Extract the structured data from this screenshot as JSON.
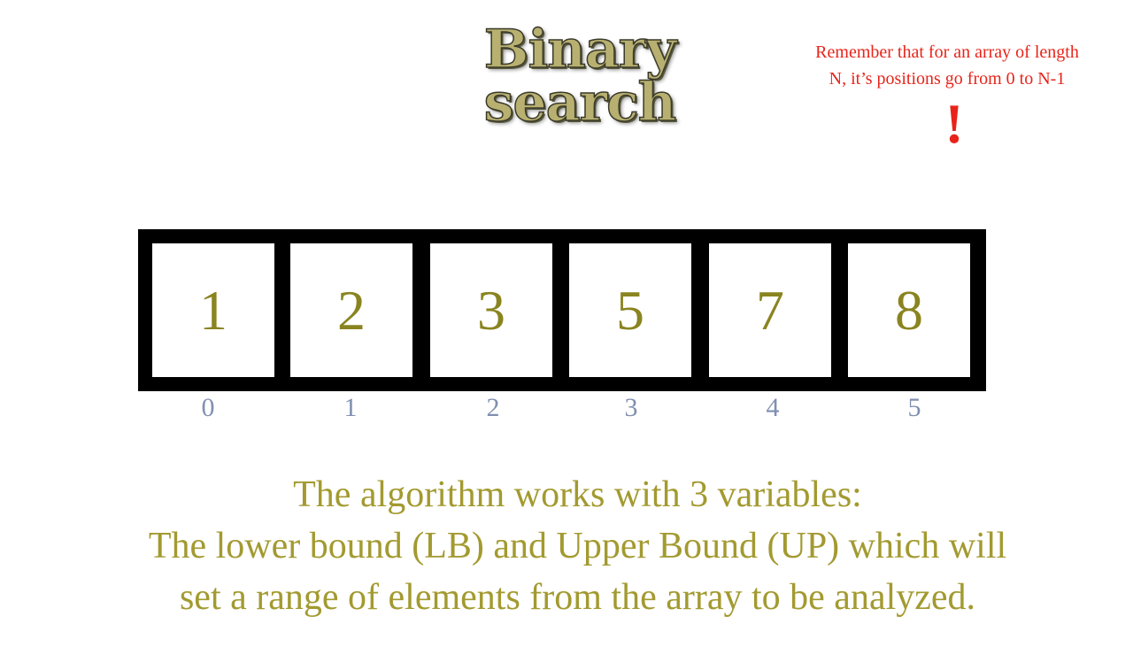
{
  "title": "Binary search",
  "note": {
    "line1": "Remember that for an array of length",
    "line2": "N, it’s positions go from 0 to N-1",
    "exclamation": "!"
  },
  "array": {
    "values": [
      "1",
      "2",
      "3",
      "5",
      "7",
      "8"
    ],
    "indices": [
      "0",
      "1",
      "2",
      "3",
      "4",
      "5"
    ]
  },
  "description": {
    "line1": "The algorithm works with 3 variables:",
    "line2": "The lower bound (LB) and Upper Bound (UP) which will",
    "line3": "set a range of elements from the array to be analyzed."
  },
  "colors": {
    "title_fill": "#b8b070",
    "note": "#e8241a",
    "values": "#8a8420",
    "indices": "#7f8fb0",
    "description": "#a39a30",
    "array_frame": "#000000"
  }
}
